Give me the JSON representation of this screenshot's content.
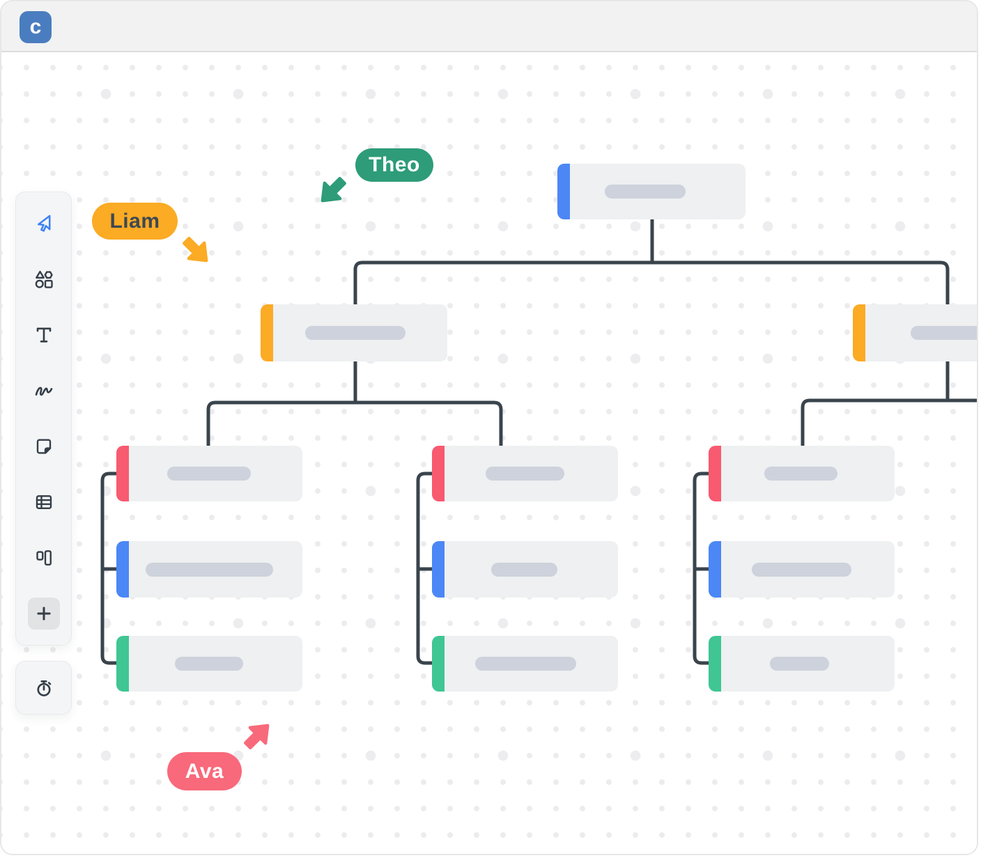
{
  "window": {
    "app": "collaborative-whiteboard",
    "logo_letter": "c"
  },
  "toolbar": {
    "tools": [
      {
        "name": "select",
        "icon": "cursor-icon",
        "active": true
      },
      {
        "name": "shapes",
        "icon": "shapes-icon",
        "active": false
      },
      {
        "name": "text",
        "icon": "text-icon",
        "active": false
      },
      {
        "name": "draw",
        "icon": "pen-icon",
        "active": false
      },
      {
        "name": "sticky-note",
        "icon": "sticky-note-icon",
        "active": false
      },
      {
        "name": "table",
        "icon": "table-icon",
        "active": false
      },
      {
        "name": "kanban",
        "icon": "kanban-icon",
        "active": false
      },
      {
        "name": "add-more",
        "icon": "plus-icon",
        "active": false,
        "highlighted": true
      }
    ],
    "timer_tool": {
      "name": "timer",
      "icon": "stopwatch-icon"
    }
  },
  "collaborators": [
    {
      "name": "Theo",
      "color": "#2E9C79",
      "text_color": "#FFFFFF",
      "cursor_direction": "down-left"
    },
    {
      "name": "Liam",
      "color": "#FBAB24",
      "text_color": "#3E4852",
      "cursor_direction": "down-right"
    },
    {
      "name": "Ava",
      "color": "#F8697B",
      "text_color": "#FFFFFF",
      "cursor_direction": "up-right"
    }
  ],
  "diagram": {
    "type": "org-chart-template",
    "node_fill": "#EEF0F1",
    "text_placeholder_color": "#CDD2DC",
    "connector_color": "#3A444D",
    "root": {
      "accent": "#4C87F6",
      "text": ""
    },
    "level2": [
      {
        "accent": "#FBAB24",
        "text": "",
        "parent": "root"
      },
      {
        "accent": "#FBAB24",
        "text": "",
        "parent": "root",
        "clipped_at_right_edge": true
      }
    ],
    "child_stacks": [
      {
        "parent_index": 0,
        "accents": [
          "#F85A70",
          "#4C87F6",
          "#3FC693"
        ]
      },
      {
        "parent_index": 0,
        "accents": [
          "#F85A70",
          "#4C87F6",
          "#3FC693"
        ]
      },
      {
        "parent_index": 1,
        "accents": [
          "#F85A70",
          "#4C87F6",
          "#3FC693"
        ]
      }
    ]
  }
}
